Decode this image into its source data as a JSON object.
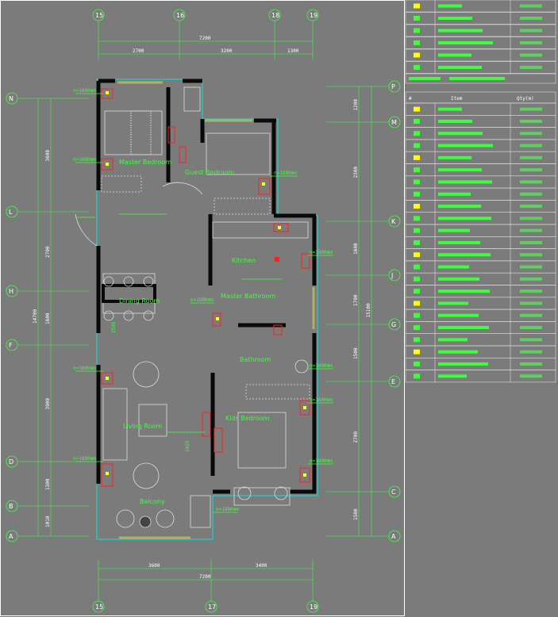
{
  "grid_top": [
    "15",
    "16",
    "18",
    "19"
  ],
  "grid_bottom": [
    "15",
    "17",
    "19"
  ],
  "grid_left": [
    "N",
    "L",
    "H",
    "F",
    "D",
    "B",
    "A"
  ],
  "grid_right": [
    "P",
    "M",
    "K",
    "J",
    "G",
    "E",
    "C",
    "A"
  ],
  "dims_top": {
    "total": "7200",
    "d1": "2700",
    "d2": "3200",
    "d3": "1300"
  },
  "dims_bottom": {
    "d1": "3600",
    "d2": "3400",
    "total": "7200"
  },
  "dims_left": {
    "d1": "3600",
    "d2": "2700",
    "d3": "1600",
    "d4": "3900",
    "d5": "1300",
    "d6": "1010",
    "total": "14700"
  },
  "dims_right": {
    "d1": "1200",
    "d2": "2300",
    "d3": "1600",
    "d4": "1700",
    "d5": "1500",
    "d6": "2700",
    "d7": "1500",
    "total": "15100"
  },
  "rooms": {
    "master_bedroom": "Master Bedroom",
    "guest_bedroom": "Guest Bedroom",
    "kitchen": "Kitchen",
    "dining": "Dining Room",
    "living": "Living Room",
    "balcony": "Balcony",
    "master_bath": "Master Bathroom",
    "bath": "Bathroom",
    "kids_bedroom": "Kids Bedroom"
  },
  "legend_top_rows": 6,
  "legend_bottom_rows": 23,
  "legend_header": [
    "#",
    "Item",
    "Qty(m)"
  ],
  "colors": {
    "bg": "#7b7b7b",
    "line": "#3cff3c",
    "wall": "#0a0a0a",
    "cyan": "#00e5e5",
    "red": "#ff2020",
    "yellow": "#ffff00"
  }
}
